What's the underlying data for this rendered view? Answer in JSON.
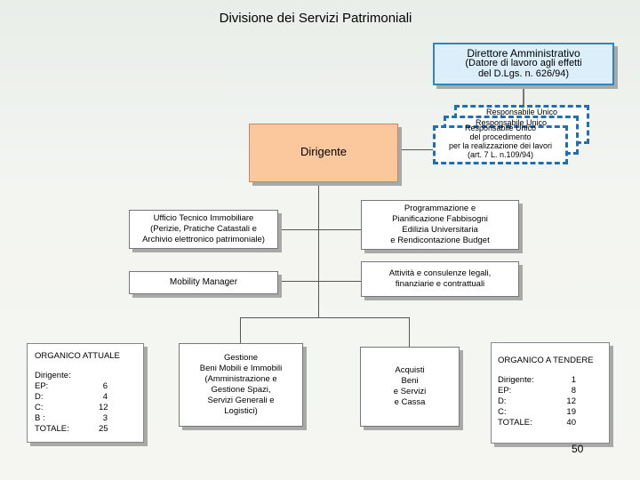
{
  "title": "Divisione dei Servizi Patrimoniali",
  "direttore": {
    "title": "Direttore Amministrativo",
    "line1": "(Datore di lavoro agli effetti",
    "line2": "del D.Lgs. n. 626/94)"
  },
  "responsabile": {
    "stack1": "Responsabile Unico",
    "stack2": "Responsabile Unico",
    "stack3": "Responsabile Unico",
    "line1": "del procedimento",
    "line2": "per la realizzazione  dei lavori",
    "line3": "(art. 7 L. n.109/94)"
  },
  "dirigente": "Dirigente",
  "ufficio_tecnico": {
    "line1": "Ufficio Tecnico Immobiliare",
    "line2": "(Perizie, Pratiche Catastali e",
    "line3": "Archivio elettronico patrimoniale)"
  },
  "programmazione": {
    "line1": "Programmazione e",
    "line2": "Pianificazione Fabbisogni",
    "line3": "Edilizia Universitaria",
    "line4": "e Rendicontazione Budget"
  },
  "mobility": "Mobility Manager",
  "attivita": {
    "line1": "Attività e consulenze legali,",
    "line2": "finanziarie e contrattuali"
  },
  "gestione": {
    "line1": "Gestione",
    "line2": "Beni Mobili e Immobili",
    "line3": "(Amministrazione  e",
    "line4": "Gestione Spazi,",
    "line5": "Servizi Generali e",
    "line6": "Logistici)"
  },
  "acquisti": {
    "line1": "Acquisti",
    "line2": "Beni",
    "line3": "e Servizi",
    "line4": "e Cassa"
  },
  "organico_attuale": {
    "heading": "ORGANICO ATTUALE",
    "rows": [
      {
        "label": "Dirigente:",
        "value": ""
      },
      {
        "label": "EP:",
        "value": "6"
      },
      {
        "label": "D:",
        "value": "4"
      },
      {
        "label": "C:",
        "value": "12"
      },
      {
        "label": "B :",
        "value": "3"
      },
      {
        "label": "TOTALE:",
        "value": "25"
      }
    ]
  },
  "organico_tendere": {
    "heading": "ORGANICO A TENDERE",
    "rows": [
      {
        "label": "Dirigente:",
        "value": "1"
      },
      {
        "label": "EP:",
        "value": "8"
      },
      {
        "label": "D:",
        "value": "12"
      },
      {
        "label": "C:",
        "value": "19"
      },
      {
        "label": "TOTALE:",
        "value": "40"
      }
    ]
  },
  "page_number": "50"
}
